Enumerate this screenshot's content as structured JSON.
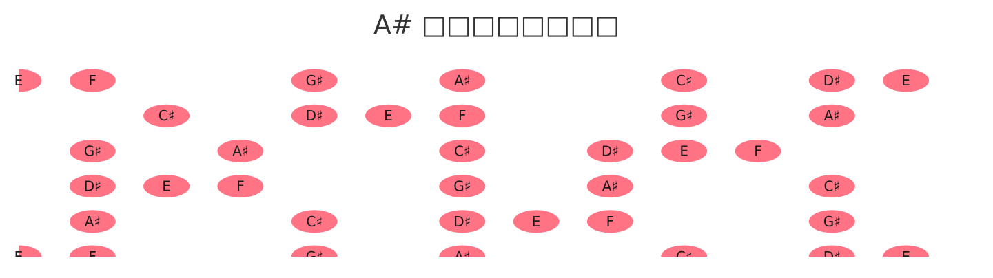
{
  "title": "A# □□□□□□□□",
  "colors": {
    "note_fill": "#ff7385",
    "note_text": "#1a1a1a",
    "title": "#333333"
  },
  "fretboard": {
    "strings": [
      {
        "string": 1,
        "notes": [
          {
            "fret": 0,
            "note": "E"
          },
          {
            "fret": 1,
            "note": "F"
          },
          {
            "fret": 4,
            "note": "G♯"
          },
          {
            "fret": 6,
            "note": "A♯"
          },
          {
            "fret": 9,
            "note": "C♯"
          },
          {
            "fret": 11,
            "note": "D♯"
          },
          {
            "fret": 12,
            "note": "E"
          }
        ]
      },
      {
        "string": 2,
        "notes": [
          {
            "fret": 2,
            "note": "C♯"
          },
          {
            "fret": 4,
            "note": "D♯"
          },
          {
            "fret": 5,
            "note": "E"
          },
          {
            "fret": 6,
            "note": "F"
          },
          {
            "fret": 9,
            "note": "G♯"
          },
          {
            "fret": 11,
            "note": "A♯"
          }
        ]
      },
      {
        "string": 3,
        "notes": [
          {
            "fret": 1,
            "note": "G♯"
          },
          {
            "fret": 3,
            "note": "A♯"
          },
          {
            "fret": 6,
            "note": "C♯"
          },
          {
            "fret": 8,
            "note": "D♯"
          },
          {
            "fret": 9,
            "note": "E"
          },
          {
            "fret": 10,
            "note": "F"
          }
        ]
      },
      {
        "string": 4,
        "notes": [
          {
            "fret": 1,
            "note": "D♯"
          },
          {
            "fret": 2,
            "note": "E"
          },
          {
            "fret": 3,
            "note": "F"
          },
          {
            "fret": 6,
            "note": "G♯"
          },
          {
            "fret": 8,
            "note": "A♯"
          },
          {
            "fret": 11,
            "note": "C♯"
          }
        ]
      },
      {
        "string": 5,
        "notes": [
          {
            "fret": 1,
            "note": "A♯"
          },
          {
            "fret": 4,
            "note": "C♯"
          },
          {
            "fret": 6,
            "note": "D♯"
          },
          {
            "fret": 7,
            "note": "E"
          },
          {
            "fret": 8,
            "note": "F"
          },
          {
            "fret": 11,
            "note": "G♯"
          }
        ]
      },
      {
        "string": 6,
        "notes": [
          {
            "fret": 0,
            "note": "E"
          },
          {
            "fret": 1,
            "note": "F"
          },
          {
            "fret": 4,
            "note": "G♯"
          },
          {
            "fret": 6,
            "note": "A♯"
          },
          {
            "fret": 9,
            "note": "C♯"
          },
          {
            "fret": 11,
            "note": "D♯"
          },
          {
            "fret": 12,
            "note": "E"
          }
        ]
      }
    ]
  }
}
